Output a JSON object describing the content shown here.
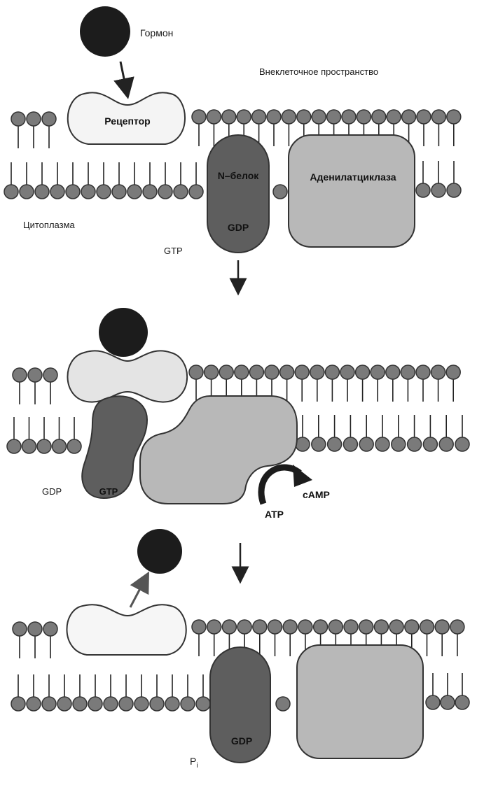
{
  "panel1": {
    "hormone_label": "Гормон",
    "extracellular_label": "Внеклеточное пространство",
    "receptor_label": "Рецептор",
    "n_protein_label": "N–белок",
    "n_protein_state": "GDP",
    "adenylate_cyclase_label": "Аденилатциклаза",
    "cytoplasm_label": "Цитоплазма",
    "gtp_label": "GTP"
  },
  "panel2": {
    "gdp_label": "GDP",
    "gtp_label": "GTP",
    "atp_label": "ATP",
    "camp_label": "cAMP"
  },
  "panel3": {
    "n_protein_state": "GDP",
    "pi_label": "P",
    "pi_subscript": "i"
  },
  "colors": {
    "lipid_head": "#7a7a7a",
    "hormone": "#1c1c1c",
    "n_protein": "#5e5e5e",
    "cyclase": "#b8b8b8",
    "receptor_inactive": "#f4f4f4",
    "receptor_active": "#e4e4e4"
  }
}
